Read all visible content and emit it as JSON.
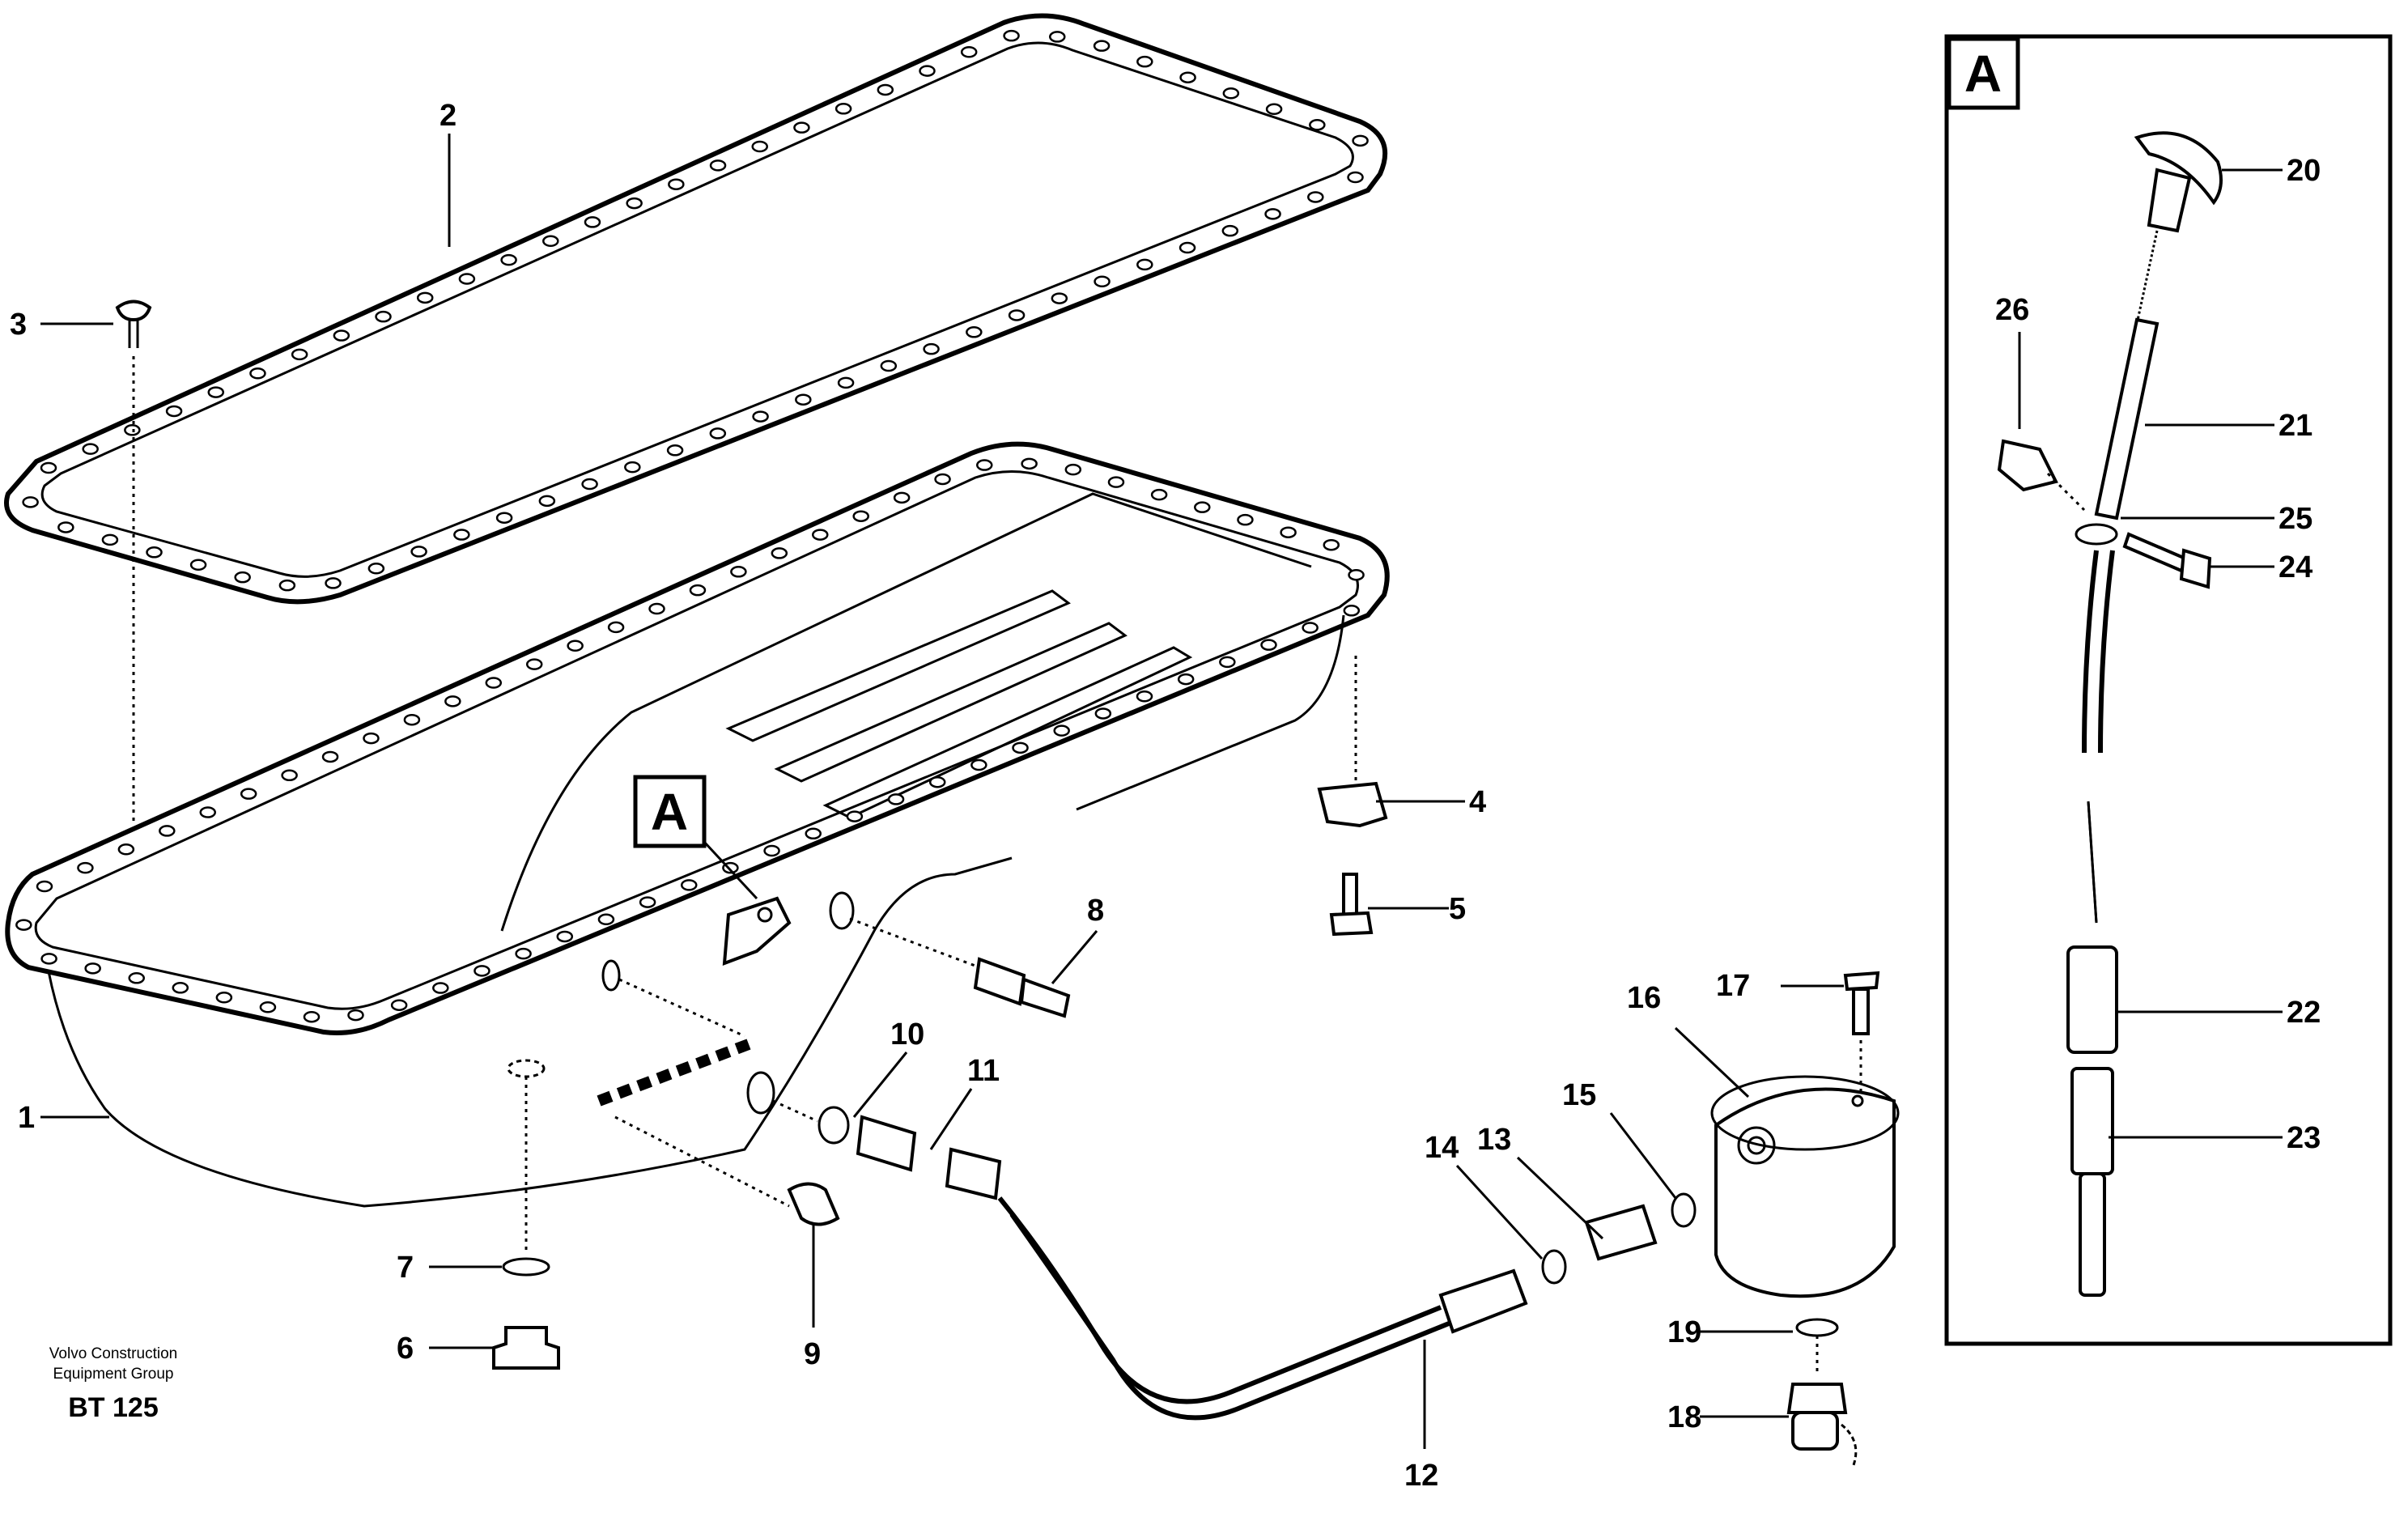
{
  "figure": {
    "credit_line1": "Volvo Construction",
    "credit_line2": "Equipment Group",
    "code": "BT 125"
  },
  "detail": {
    "label": "A"
  },
  "callouts": [
    "1",
    "2",
    "3",
    "4",
    "5",
    "6",
    "7",
    "8",
    "9",
    "10",
    "11",
    "12",
    "13",
    "14",
    "15",
    "16",
    "17",
    "18",
    "19",
    "20",
    "21",
    "22",
    "23",
    "24",
    "25",
    "26"
  ],
  "parts": {
    "gasket_holes": 64,
    "pan_holes": 66
  }
}
